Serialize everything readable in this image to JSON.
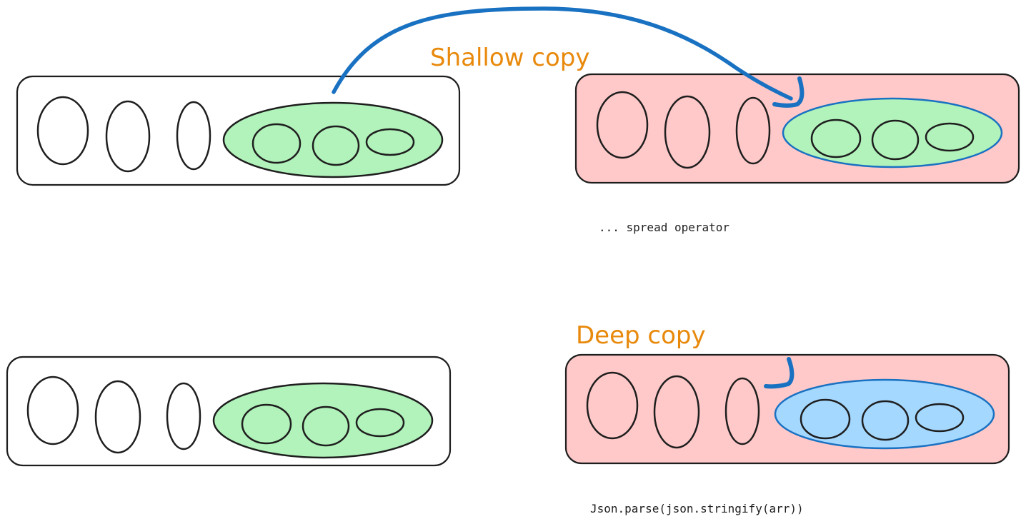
{
  "labels": {
    "shallow_title": "Shallow copy",
    "shallow_caption": "... spread operator",
    "deep_title": "Deep copy",
    "deep_caption": "Json.parse(json.stringify(arr))"
  },
  "colors": {
    "stroke": "#1e1e1e",
    "title": "#e8890c",
    "copy_fill": "#ffc9c9",
    "nested_original_fill": "#b2f2bb",
    "nested_deep_fill": "#a5d8ff",
    "reference_arrow": "#1971c2",
    "caption": "#1e1e1e"
  }
}
